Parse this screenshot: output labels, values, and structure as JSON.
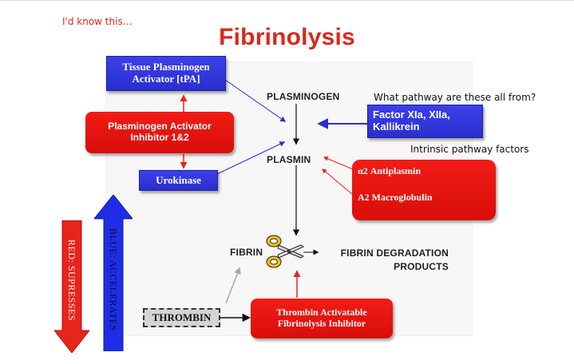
{
  "annotations": {
    "top_note": "I'd know this…",
    "question": "What pathway are these all from?",
    "answer": "Intrinsic pathway factors"
  },
  "title": "Fibrinolysis",
  "nodes": {
    "tpa": "Tissue Plasminogen Activator [tPA]",
    "pai": "Plasminogen Activator Inhibitor 1&2",
    "urokinase": "Urokinase",
    "plasminogen": "PLASMINOGEN",
    "factors": "Factor XIa, XIIa, Kallikrein",
    "plasmin": "PLASMIN",
    "antiplasmin": "α2 Antiplasmin",
    "macroglobulin": "A2 Macroglobulin",
    "fibrin": "FIBRIN",
    "fdp": "FIBRIN DEGRADATION PRODUCTS",
    "thrombin": "THROMBIN",
    "tafi": "Thrombin Activatable Fibrinolysis Inhibitor"
  },
  "legend": {
    "red": "RED: SUPRESSES",
    "blue": "BLUE: ACCELERATES"
  },
  "colors": {
    "accelerate": "#2a2fd0",
    "suppress": "#e8241c"
  },
  "icons": {
    "scissors": "scissors-icon"
  }
}
